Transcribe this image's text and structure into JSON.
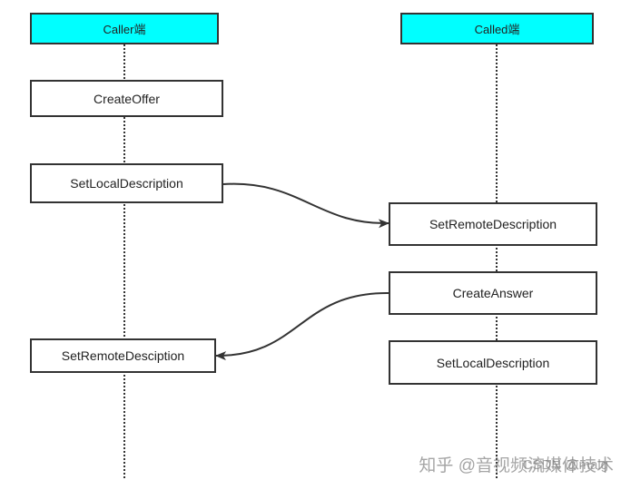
{
  "lanes": {
    "caller": "Caller端",
    "called": "Called端"
  },
  "caller_steps": {
    "create_offer": "CreateOffer",
    "set_local": "SetLocalDescription",
    "set_remote": "SetRemoteDesciption"
  },
  "called_steps": {
    "set_remote": "SetRemoteDescription",
    "create_answer": "CreateAnswer",
    "set_local": "SetLocalDescription"
  },
  "watermark": {
    "zhihu": "知乎 @音视频流媒体技术",
    "csdn": "CSDN @malg"
  }
}
